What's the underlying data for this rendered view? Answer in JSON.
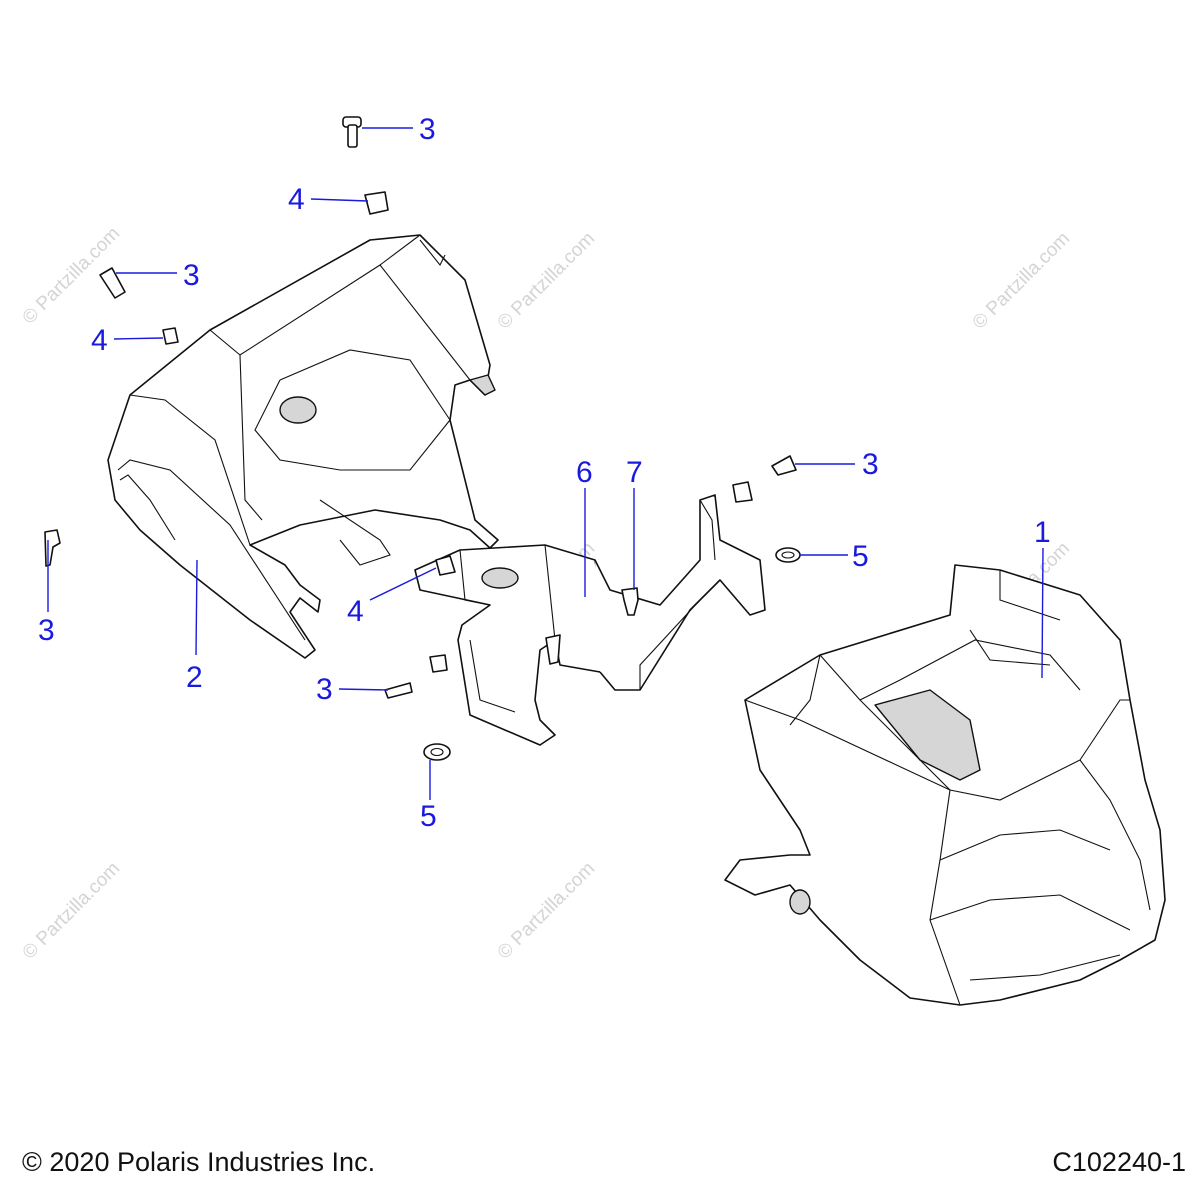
{
  "diagram": {
    "callouts": [
      {
        "id": "c1",
        "label": "1"
      },
      {
        "id": "c2",
        "label": "2"
      },
      {
        "id": "c3a",
        "label": "3"
      },
      {
        "id": "c3b",
        "label": "3"
      },
      {
        "id": "c3c",
        "label": "3"
      },
      {
        "id": "c3d",
        "label": "3"
      },
      {
        "id": "c3e",
        "label": "3"
      },
      {
        "id": "c4a",
        "label": "4"
      },
      {
        "id": "c4b",
        "label": "4"
      },
      {
        "id": "c4c",
        "label": "4"
      },
      {
        "id": "c5a",
        "label": "5"
      },
      {
        "id": "c5b",
        "label": "5"
      },
      {
        "id": "c6",
        "label": "6"
      },
      {
        "id": "c7",
        "label": "7"
      }
    ],
    "watermark_text": "© Partzilla.com"
  },
  "footer": {
    "copyright": "© 2020 Polaris Industries Inc.",
    "diagram_code": "C102240-1"
  },
  "colors": {
    "callout": "#1a1adf",
    "line": "#111111",
    "watermark": "#d4d4d4"
  }
}
